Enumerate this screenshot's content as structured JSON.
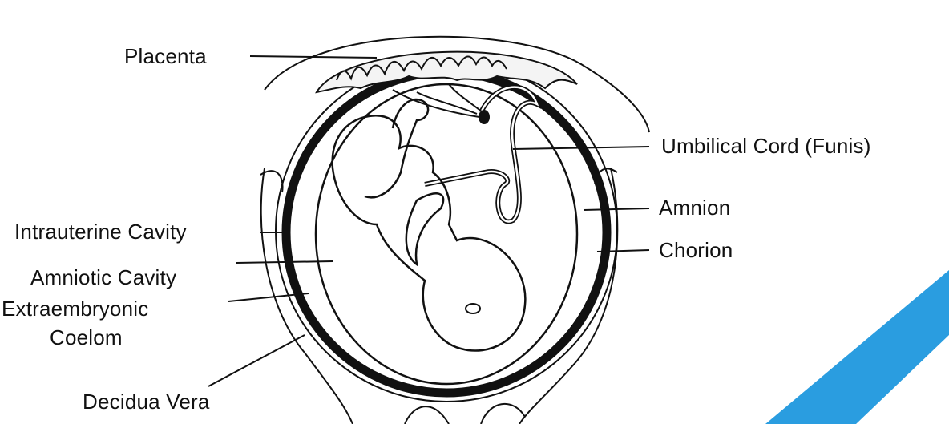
{
  "labels": {
    "placenta": "Placenta",
    "umbilical_cord": "Umbilical Cord (Funis)",
    "amnion": "Amnion",
    "chorion": "Chorion",
    "intrauterine_cavity": "Intrauterine Cavity",
    "amniotic_cavity": "Amniotic Cavity",
    "extraembryonic_line1": "Extraembryonic",
    "extraembryonic_line2": "Coelom",
    "decidua_vera": "Decidua Vera"
  },
  "colors": {
    "ink": "#111111",
    "accent_stripe": "#2a9de0"
  }
}
